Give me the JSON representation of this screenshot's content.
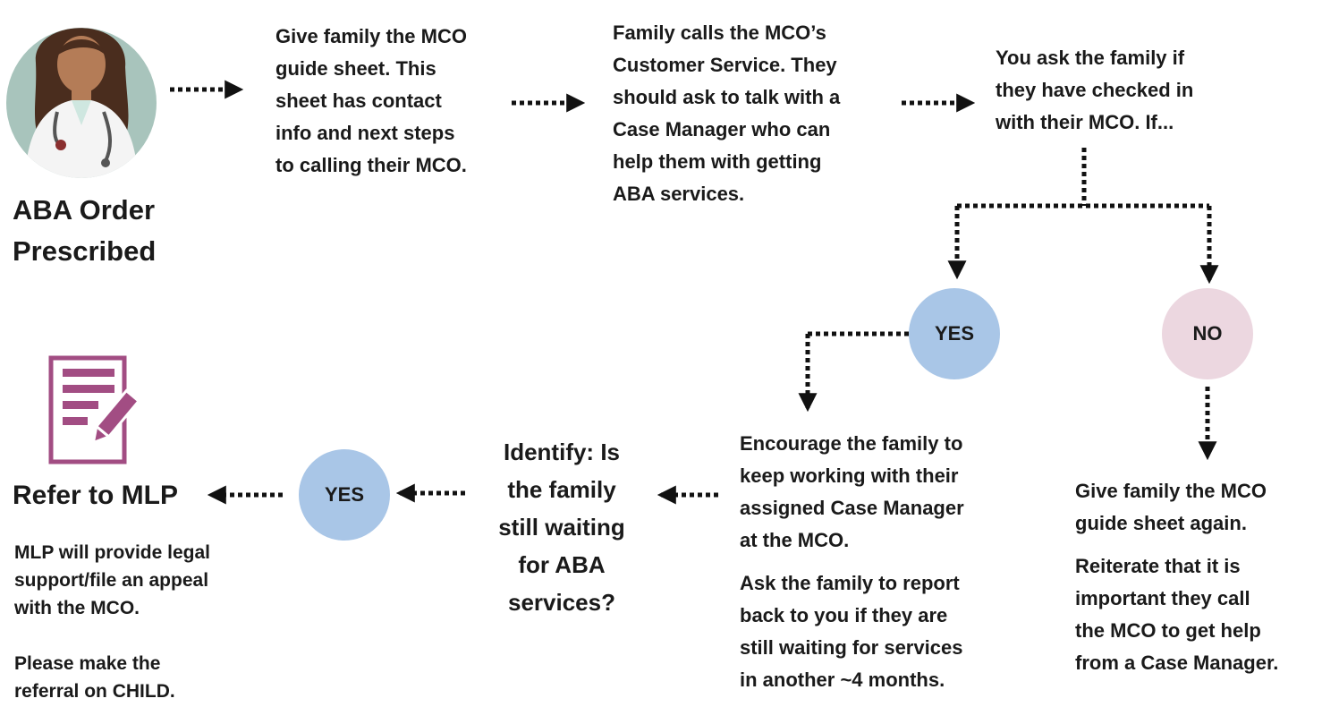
{
  "colors": {
    "yes_circle": "#a9c6e7",
    "no_circle": "#ecd7e0",
    "doctor_bg": "#a8c4bc",
    "form_icon": "#a24d83",
    "text": "#1a1a1a"
  },
  "start": {
    "icon": "doctor-avatar-icon",
    "title_line1": "ABA Order",
    "title_line2": "Prescribed"
  },
  "step1": {
    "lines": [
      "Give family the MCO",
      "guide sheet. This",
      "sheet has contact",
      "info and next steps",
      "to calling their MCO."
    ]
  },
  "step2": {
    "lines": [
      "Family calls the MCO’s",
      "Customer Service. They",
      "should ask to talk with a",
      "Case Manager who can",
      "help them with getting",
      "ABA services."
    ]
  },
  "step3": {
    "lines": [
      "You ask the family if",
      "they have checked in",
      "with their MCO. If..."
    ]
  },
  "decision1": {
    "yes_label": "YES",
    "no_label": "NO"
  },
  "yes_branch": {
    "para1": [
      "Encourage the family to",
      "keep working with their",
      "assigned Case Manager",
      "at the MCO."
    ],
    "para2": [
      "Ask the family to report",
      "back to you if they are",
      "still waiting for services",
      "in another ~4 months."
    ]
  },
  "no_branch": {
    "para1": [
      "Give family the MCO",
      "guide sheet again."
    ],
    "para2": [
      "Reiterate that it is",
      "important they call",
      "the MCO to get help",
      "from a Case Manager."
    ]
  },
  "question": {
    "lines": [
      "Identify: Is",
      "the family",
      "still waiting",
      "for ABA",
      "services?"
    ]
  },
  "decision2": {
    "yes_label": "YES"
  },
  "end": {
    "icon": "form-edit-icon",
    "title": "Refer to MLP",
    "para1": [
      "MLP will provide legal",
      "support/file an appeal",
      "with the MCO."
    ],
    "para2": [
      "Please make the",
      "referral on CHILD."
    ]
  }
}
